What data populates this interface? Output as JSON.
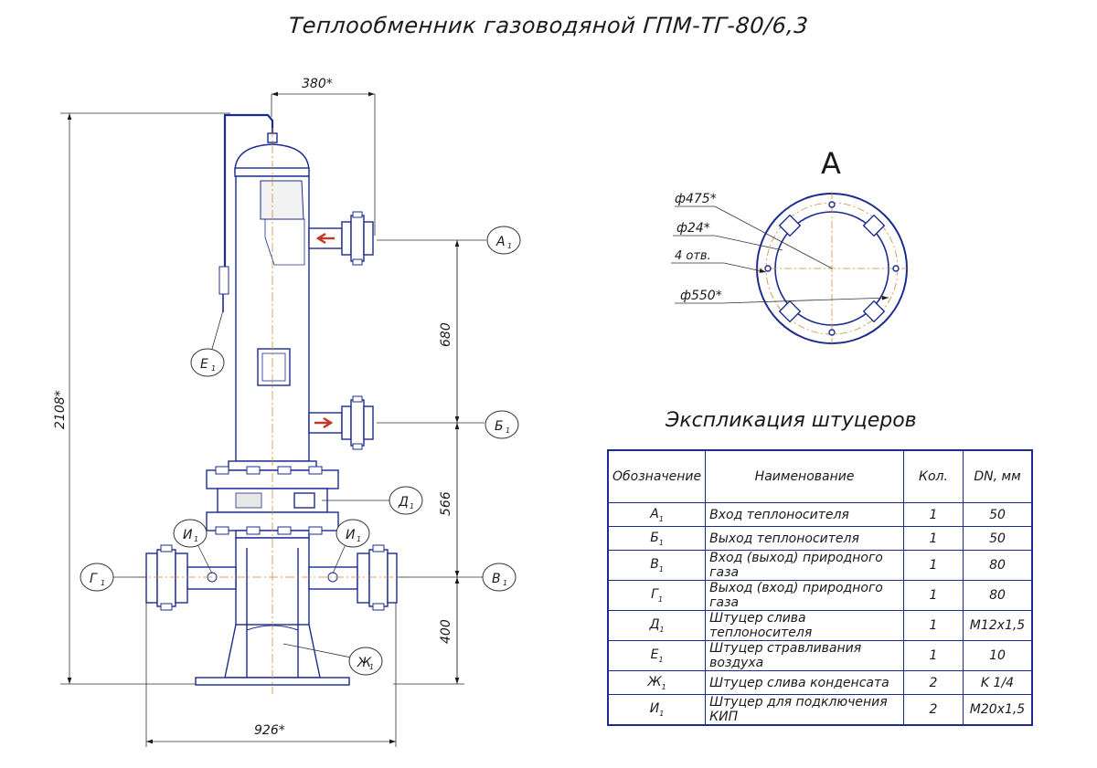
{
  "title": "Теплообменник газоводяной ГПМ-ТГ-80/6,3",
  "view_letter": "А",
  "dimensions": {
    "width_top": "380*",
    "height_total": "2108*",
    "d680": "680",
    "d566": "566",
    "d400": "400",
    "width_bottom": "926*"
  },
  "callouts": {
    "A1": "А",
    "B1": "Б",
    "V1": "В",
    "G1": "Г",
    "D1": "Д",
    "E1": "Е",
    "Zh1": "Ж",
    "I1a": "И",
    "I1b": "И",
    "sub": "1"
  },
  "flange_view": {
    "d475": "ф475*",
    "d24": "ф24*",
    "holes": "4 отв.",
    "d550": "ф550*"
  },
  "explication": {
    "title": "Экспликация штуцеров",
    "headers": [
      "Обозначение",
      "Наименование",
      "Кол.",
      "DN, мм"
    ],
    "rows": [
      {
        "code": "А",
        "sub": "1",
        "name": "Вход теплоносителя",
        "qty": "1",
        "dn": "50"
      },
      {
        "code": "Б",
        "sub": "1",
        "name": "Выход  теплоносителя",
        "qty": "1",
        "dn": "50"
      },
      {
        "code": "В",
        "sub": "1",
        "name": "Вход (выход) природного газа",
        "qty": "1",
        "dn": "80"
      },
      {
        "code": "Г",
        "sub": "1",
        "name": "Выход (вход) природного газа",
        "qty": "1",
        "dn": "80"
      },
      {
        "code": "Д",
        "sub": "1",
        "name": "Штуцер слива теплоносителя",
        "qty": "1",
        "dn": "M12x1,5"
      },
      {
        "code": "Е",
        "sub": "1",
        "name": "Штуцер стравливания воздуха",
        "qty": "1",
        "dn": "10"
      },
      {
        "code": "Ж",
        "sub": "1",
        "name": "Штуцер слива конденсата",
        "qty": "2",
        "dn": "K 1/4"
      },
      {
        "code": "И",
        "sub": "1",
        "name": "Штуцер для подключения КИП",
        "qty": "2",
        "dn": "M20x1,5"
      }
    ]
  }
}
